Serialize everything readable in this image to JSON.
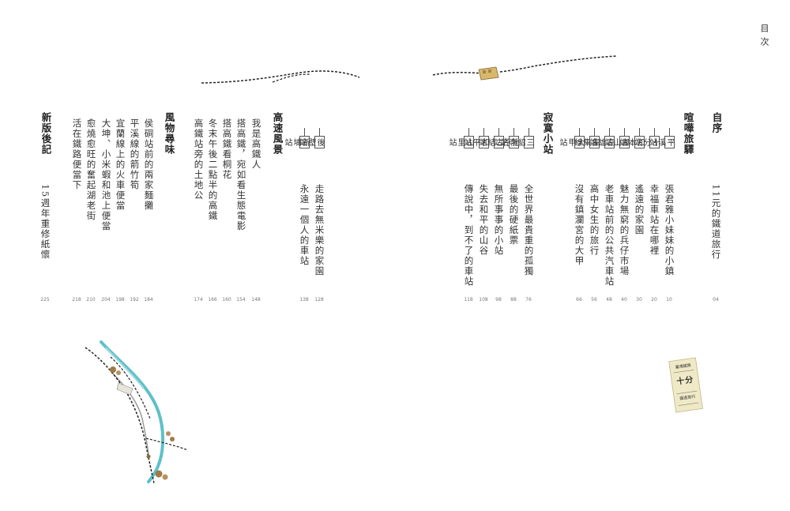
{
  "corner_title": "目次",
  "preface": {
    "heading": "自序",
    "chapter": "11元的鐵道旅行",
    "page": "04"
  },
  "sections": [
    {
      "heading": "喧嘩旅驛",
      "chapters": [
        {
          "station": "平溪站",
          "title": "張君雅小妹妹的小鎮",
          "page": "10"
        },
        {
          "station": "十分站",
          "title": "幸福車站在哪裡",
          "page": "20"
        },
        {
          "station": "知本站",
          "title": "遙遠的家園",
          "page": "30"
        },
        {
          "station": "鳳山站",
          "title": "魅力無窮的兵仔市場",
          "page": "40"
        },
        {
          "station": "高雄站",
          "title": "老車站前的公共汽車站",
          "page": "48"
        },
        {
          "station": "集集線",
          "title": "高中女生的旅行",
          "page": "56"
        },
        {
          "station": "大甲站",
          "title": "沒有鎮瀾宮的大甲",
          "page": "66"
        }
      ]
    },
    {
      "heading": "寂寞小站",
      "chapters": [
        {
          "station": "三貂嶺站",
          "title": "全世界最貴重的孤獨",
          "page": "76"
        },
        {
          "station": "牡丹站",
          "title": "最後的硬紙票",
          "page": "88"
        },
        {
          "station": "二結站",
          "title": "無所事事的小站",
          "page": "98"
        },
        {
          "station": "和平站",
          "title": "失去和平的山谷",
          "page": "108"
        },
        {
          "station": "山里站",
          "title": "傳說中，到不了的車站",
          "page": "118"
        }
      ]
    },
    {
      "heading": "高速風景",
      "chapters": [
        {
          "station": "後壁站",
          "title": "走路去無米樂的家園",
          "page": "128"
        },
        {
          "station": "新埔站",
          "title": "永遠一個人的車站",
          "page": "138"
        }
      ]
    },
    {
      "heading": "風物尋味",
      "chapters": [
        {
          "title": "我是高鐵人",
          "page": "148"
        },
        {
          "title": "搭高鐵，宛如看生態電影",
          "page": "154"
        },
        {
          "title": "搭高鐵看桐花",
          "page": "160"
        },
        {
          "title": "冬末午後二點半的高鐵",
          "page": "166"
        },
        {
          "title": "高鐵站旁的土地公",
          "page": "174"
        },
        {
          "title": "侯硐站前的兩家麵攤",
          "page": "184"
        },
        {
          "title": "平溪線的箭竹筍",
          "page": "192"
        },
        {
          "title": "宜蘭線上的火車便當",
          "page": "198"
        },
        {
          "title": "大坤、小米蝦和池上便當",
          "page": "204"
        },
        {
          "title": "愈燒愈旺的奮起湖老街",
          "page": "210"
        },
        {
          "title": "活在鐵路便當下",
          "page": "218"
        }
      ]
    },
    {
      "heading": "新版後記",
      "chapters": [
        {
          "title": "15週年重修紙懷",
          "page": "225"
        }
      ]
    }
  ],
  "ticket": {
    "header": "臺灣鐵路",
    "station": "十分",
    "note": "鐵道旅行",
    "color": "#efe9c6"
  },
  "colors": {
    "river": "#5fc0c8",
    "rail": "#222222",
    "ticket_gold": "#d8b86a",
    "accent": "#8b6a3a"
  }
}
